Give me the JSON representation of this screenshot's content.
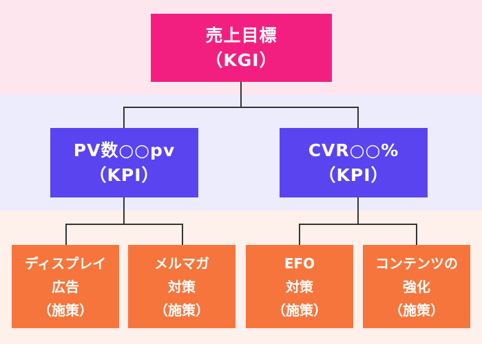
{
  "colors": {
    "band_top": "#fde6ee",
    "band_middle": "#ececfc",
    "band_bottom": "#fef0ea",
    "kgi_box": "#f21f80",
    "kpi_box": "#5a44f0",
    "measure_box": "#f6753c",
    "connector": "#333333"
  },
  "kgi": {
    "line1": "売上目標",
    "line2": "（KGI）"
  },
  "kpis": [
    {
      "line1": "PV数○○pv",
      "line2": "（KPI）"
    },
    {
      "line1": "CVR○○%",
      "line2": "（KPI）"
    }
  ],
  "measures": [
    {
      "line1": "ディスプレイ",
      "line2": "広告",
      "line3": "（施策）"
    },
    {
      "line1": "メルマガ",
      "line2": "対策",
      "line3": "（施策）"
    },
    {
      "line1": "EFO",
      "line2": "対策",
      "line3": "（施策）"
    },
    {
      "line1": "コンテンツの",
      "line2": "強化",
      "line3": "（施策）"
    }
  ]
}
